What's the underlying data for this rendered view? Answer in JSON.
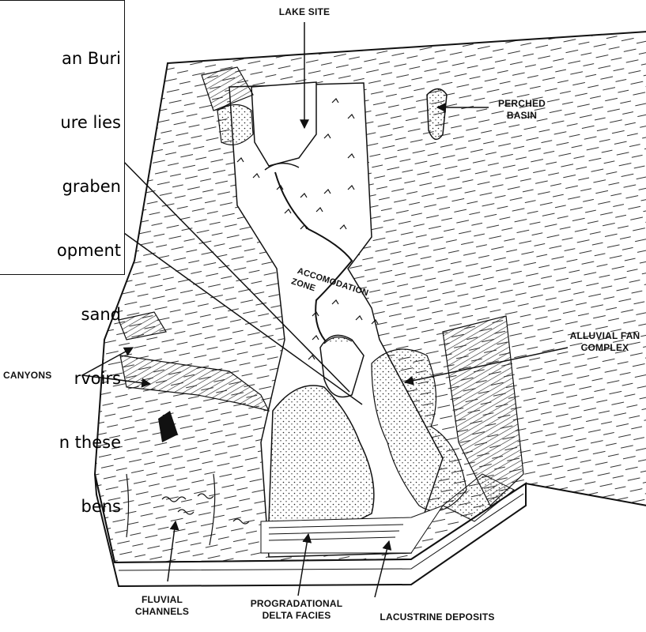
{
  "callout": {
    "lines": [
      "an Buri",
      "ure lies",
      "graben",
      "opment",
      "sand",
      "rvoirs",
      "n these",
      "bens"
    ]
  },
  "labels": {
    "lake_site": "LAKE SITE",
    "perched_basin_1": "PERCHED",
    "perched_basin_2": "BASIN",
    "accommodation_1": "ACCOMODATION",
    "accommodation_2": "ZONE",
    "alluvial_fan_1": "ALLUVIAL FAN",
    "alluvial_fan_2": "COMPLEX",
    "canyons": "CANYONS",
    "fluvial_1": "FLUVIAL",
    "fluvial_2": "CHANNELS",
    "delta_1": "PROGRADATIONAL",
    "delta_2": "DELTA FACIES",
    "lacustrine": "LACUSTRINE DEPOSITS"
  }
}
